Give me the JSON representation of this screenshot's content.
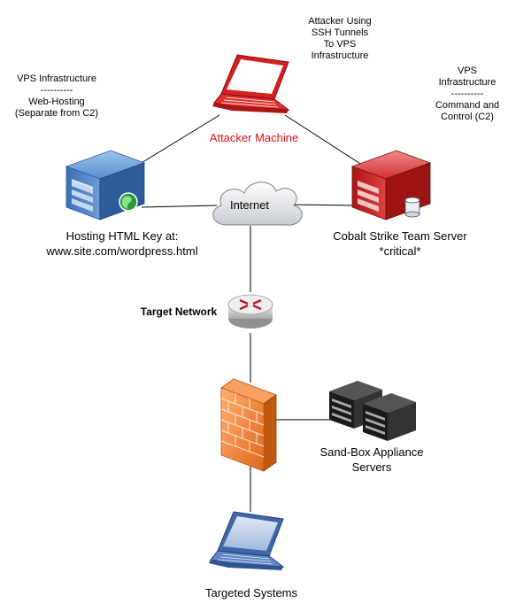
{
  "labels": {
    "attacker_note": [
      "Attacker Using",
      "SSH Tunnels",
      "To VPS",
      "Infrastructure"
    ],
    "attacker_machine": "Attacker Machine",
    "vps_web_note": [
      "VPS Infrastructure",
      "----------",
      "Web-Hosting",
      "(Separate from C2)"
    ],
    "vps_c2_note": [
      "VPS",
      "Infrastructure",
      "----------",
      "Command and",
      "Control (C2)"
    ],
    "internet": "Internet",
    "hosting": [
      "Hosting HTML Key at:",
      "www.site.com/wordpress.html"
    ],
    "cobalt": [
      "Cobalt Strike Team Server",
      "*critical*"
    ],
    "target_network": "Target Network",
    "sandbox": [
      "Sand-Box Appliance",
      "Servers"
    ],
    "targeted_systems": "Targeted Systems"
  },
  "icons": {
    "attacker": "red-laptop-icon",
    "web_server": "blue-server-globe-icon",
    "c2_server": "red-server-database-icon",
    "internet": "cloud-icon",
    "router": "router-icon",
    "firewall": "firewall-icon",
    "sandbox": "server-rack-icon",
    "targets": "blue-laptop-icon"
  },
  "colors": {
    "attacker_accent": "#e01010",
    "server_blue": "#4a7fc0",
    "server_red": "#cc1f1f",
    "firewall_orange": "#f07a20"
  }
}
